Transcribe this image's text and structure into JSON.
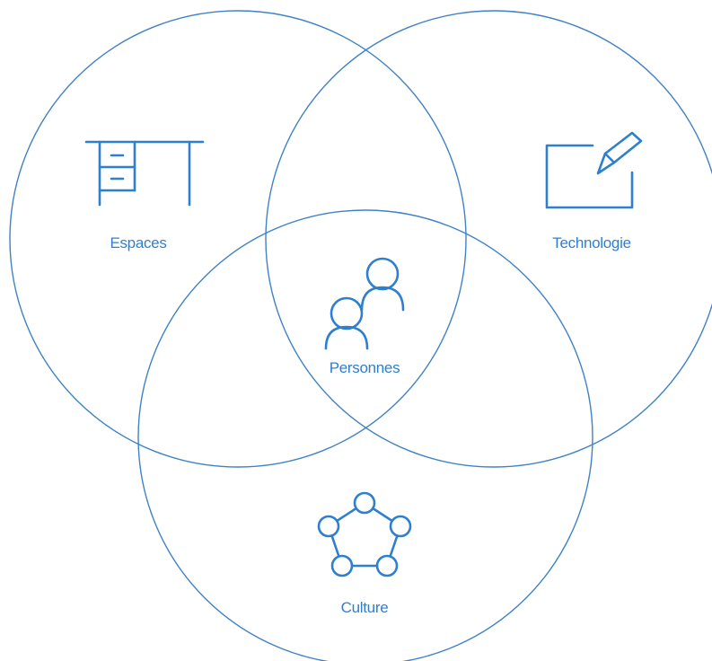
{
  "colors": {
    "accent": "#2f7fd0",
    "ring": "#3f82c6",
    "background": "#ffffff"
  },
  "labels": {
    "spaces": "Espaces",
    "technology": "Technologie",
    "people": "Personnes",
    "culture": "Culture"
  },
  "icons": {
    "spaces": "desk-icon",
    "technology": "pen-tablet-icon",
    "people": "people-icon",
    "culture": "network-icon"
  }
}
